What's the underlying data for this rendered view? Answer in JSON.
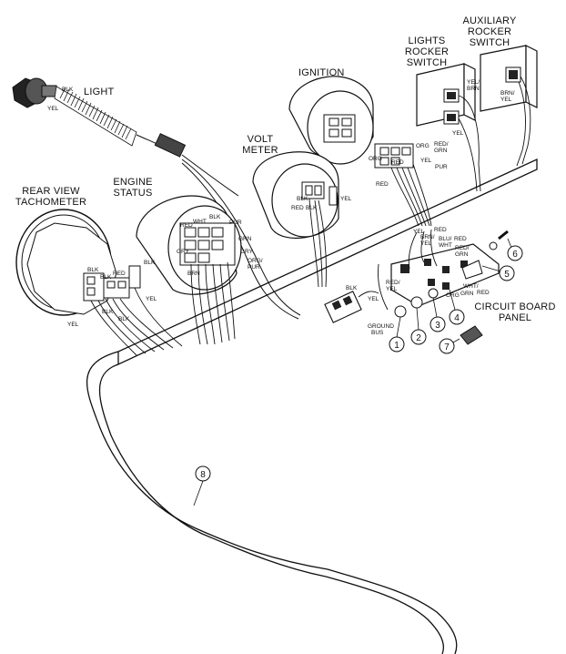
{
  "components": {
    "light": "LIGHT",
    "ignition": "IGNITION",
    "lights_switch": [
      "LIGHTS",
      "ROCKER",
      "SWITCH"
    ],
    "aux_switch": [
      "AUXILIARY",
      "ROCKER",
      "SWITCH"
    ],
    "volt_meter": [
      "VOLT",
      "METER"
    ],
    "engine_status": [
      "ENGINE",
      "STATUS"
    ],
    "tachometer": [
      "REAR VIEW",
      "TACHOMETER"
    ],
    "circuit_board": [
      "CIRCUIT BOARD",
      "PANEL"
    ],
    "ground_bus": [
      "GROUND",
      "BUS"
    ]
  },
  "wire_labels": {
    "light_blk": "BLK",
    "light_yel": "YEL",
    "lights_yel_brn_1": "YEL/",
    "lights_yel_brn_2": "BRN",
    "lights_yel": "YEL",
    "aux_brn_yel_1": "BRN/",
    "aux_brn_yel_2": "YEL",
    "ign_org": "ORG",
    "ign_red_grn_1": "RED/",
    "ign_red_grn_2": "GRN",
    "ign_org2": "ORG",
    "ign_red": "RED",
    "ign_yel": "YEL",
    "ign_pur": "PUR",
    "ign_red2": "RED",
    "volt_yel": "YEL",
    "volt_red": "RED",
    "volt_blk": "BLK",
    "volt_blk2": "BLK",
    "eng_blk": "BLK",
    "eng_red_wht_1": "RED",
    "eng_red_wht_2": "WHT",
    "eng_pur": "PUR",
    "eng_grn": "GRN",
    "eng_gry": "GRY",
    "eng_gry2": "GRY",
    "eng_org_pur_1": "ORG/",
    "eng_org_pur_2": "PUR",
    "eng_brn": "BRN",
    "tach_blk": "BLK",
    "tach_blk2": "BLK",
    "tach_red": "RED",
    "tach_blk3": "BLK",
    "tach_yel": "YEL",
    "tach_blk4": "BLK",
    "tach_blk5": "BLK",
    "tach_yel2": "YEL",
    "conn_blk": "BLK",
    "conn_yel": "YEL",
    "cb_yel": "YEL",
    "cb_red": "RED",
    "cb_brn_yel_1": "BRN/",
    "cb_brn_yel_2": "YEL",
    "cb_blu_wht_1": "BLU/",
    "cb_blu_wht_2": "WHT",
    "cb_red2": "RED",
    "cb_red_grn_1": "RED/",
    "cb_red_grn_2": "GRN",
    "cb_red_yel_1": "RED/",
    "cb_red_yel_2": "YEL",
    "cb_org": "ORG",
    "cb_grn": "GRN",
    "cb_wht_red_1": "WHT/",
    "cb_wht_red_2": "RED"
  },
  "callouts": [
    "1",
    "2",
    "3",
    "4",
    "5",
    "6",
    "7",
    "8"
  ]
}
